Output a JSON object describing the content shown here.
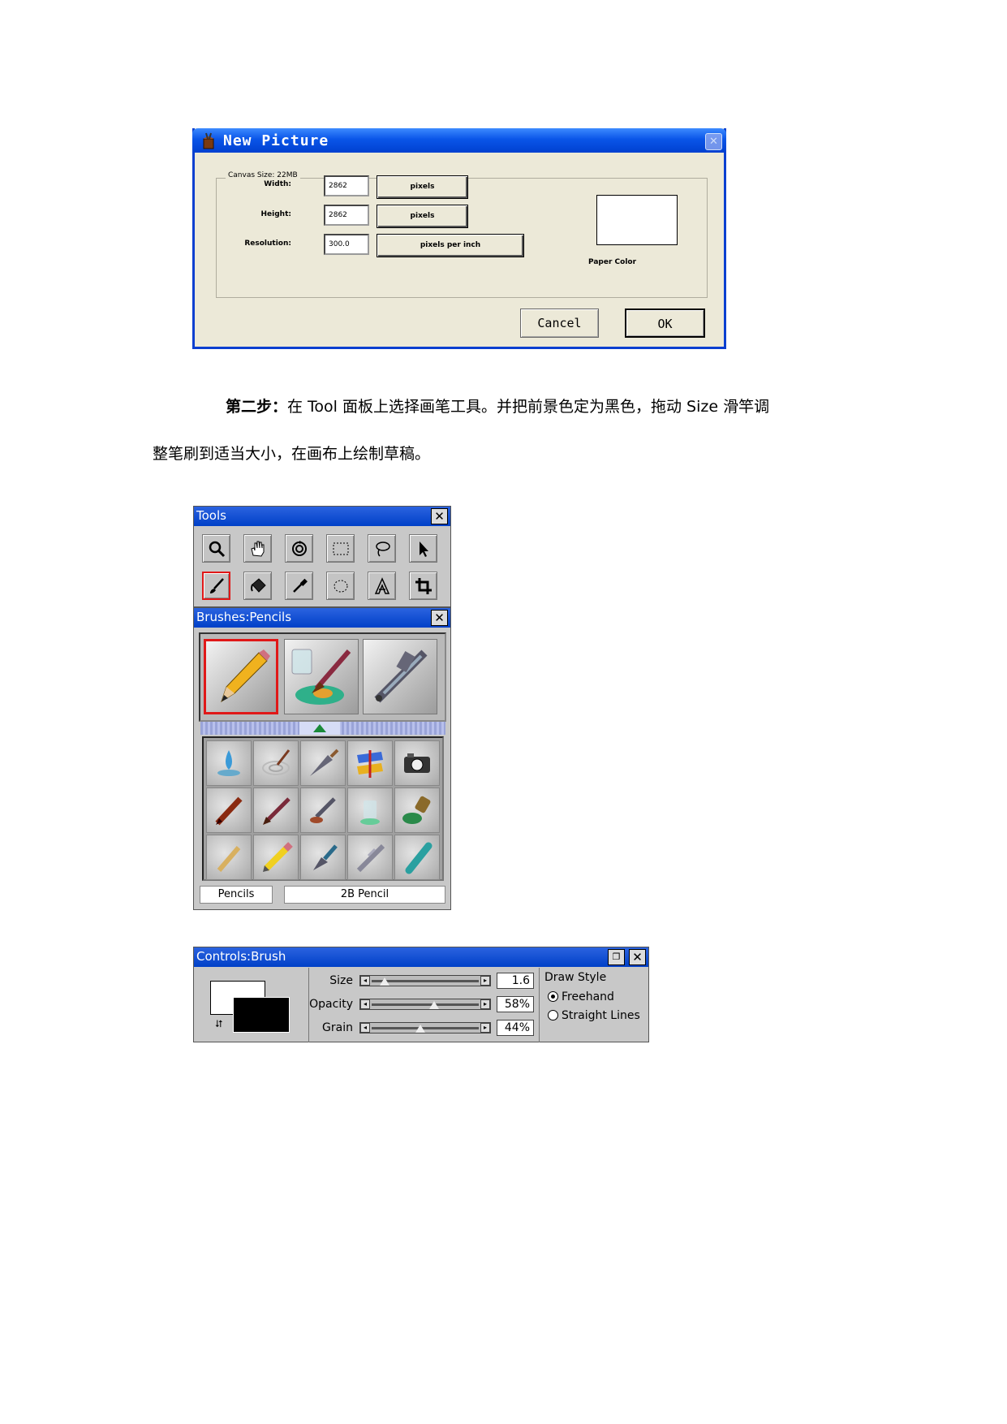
{
  "dialog": {
    "title": "New Picture",
    "canvas_size": "Canvas Size: 22MB",
    "width_label": "Width:",
    "width_value": "2862",
    "width_unit": "pixels",
    "height_label": "Height:",
    "height_value": "2862",
    "height_unit": "pixels",
    "resolution_label": "Resolution:",
    "resolution_value": "300.0",
    "resolution_unit": "pixels per inch",
    "paper_color_label": "Paper Color",
    "cancel": "Cancel",
    "ok": "OK"
  },
  "paragraph": {
    "bold": "第二步：",
    "line1": "在 Tool 面板上选择画笔工具。并把前景色定为黑色，拖动 Size 滑竿调",
    "line2": "整笔刷到适当大小，在画布上绘制草稿。"
  },
  "tools": {
    "title": "Tools",
    "close": "✕",
    "items": [
      "magnifier-icon",
      "grabber-icon",
      "rotate-page-icon",
      "rectangle-select-icon",
      "lasso-icon",
      "arrow-select-icon",
      "brush-icon",
      "paint-bucket-icon",
      "dropper-icon",
      "oval-select-icon",
      "text-icon",
      "crop-icon"
    ]
  },
  "brushes": {
    "title": "Brushes:Pencils",
    "close": "✕",
    "category": "Pencils",
    "variant": "2B Pencil"
  },
  "controls": {
    "title": "Controls:Brush",
    "close": "✕",
    "size_label": "Size",
    "size_value": "1.6",
    "opacity_label": "Opacity",
    "opacity_value": "58%",
    "grain_label": "Grain",
    "grain_value": "44%",
    "size_level": 0.08,
    "opacity_level": 0.58,
    "grain_level": 0.44,
    "draw_style_label": "Draw Style",
    "freehand": "Freehand",
    "straight_lines": "Straight Lines"
  },
  "colors": {
    "xp_title_blue": "#0a55e8",
    "active_red": "#e01818",
    "dialog_bg": "#ece9d8"
  }
}
